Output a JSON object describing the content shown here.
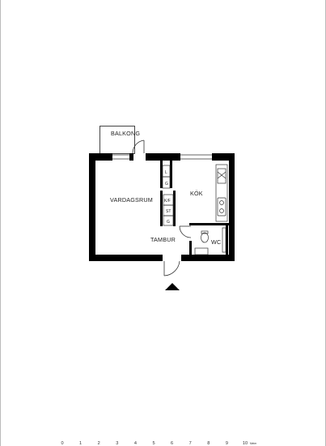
{
  "rooms": {
    "balcony": "BALKONG",
    "living_room": "VARDAGSRUM",
    "kitchen": "KÖK",
    "hall": "TAMBUR",
    "wc": "WC"
  },
  "fixtures": {
    "wardrobe_1": "L",
    "wardrobe_2": "G",
    "wardrobe_3": "K/F",
    "wardrobe_4": "ST",
    "wardrobe_5": "G"
  },
  "scale": {
    "ticks": [
      "0",
      "1",
      "2",
      "3",
      "4",
      "5",
      "6",
      "7",
      "8",
      "9",
      "10"
    ],
    "unit": "Meter"
  },
  "colors": {
    "wall": "#000000",
    "line": "#333333",
    "background": "#ffffff"
  }
}
